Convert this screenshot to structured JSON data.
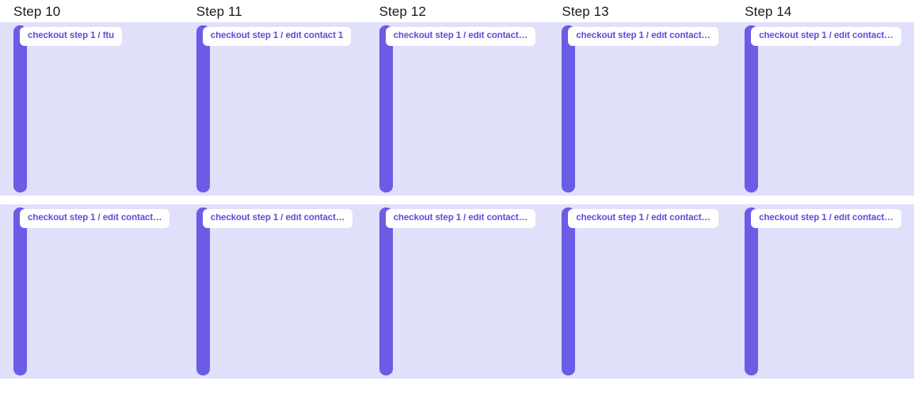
{
  "board": {
    "background_color": "#ffffff",
    "lane_color": "#e0e0fa",
    "bar_color": "#6b5ce6",
    "chip_bg_color": "#ffffff",
    "chip_text_color": "#5b4fd6",
    "header_text_color": "#1a1a1a"
  },
  "columns": [
    {
      "step_label": "Step 10"
    },
    {
      "step_label": "Step 11"
    },
    {
      "step_label": "Step 12"
    },
    {
      "step_label": "Step 13"
    },
    {
      "step_label": "Step 14"
    }
  ],
  "rows": [
    {
      "lanes": [
        {
          "chip_label": "checkout step 1 / ftu"
        },
        {
          "chip_label": "checkout step 1 / edit contact 1"
        },
        {
          "chip_label": "checkout step 1 / edit contact…"
        },
        {
          "chip_label": "checkout step 1 / edit contact…"
        },
        {
          "chip_label": "checkout step 1 / edit contact…"
        }
      ]
    },
    {
      "lanes": [
        {
          "chip_label": "checkout step 1 / edit contact…"
        },
        {
          "chip_label": "checkout step 1 / edit contact…"
        },
        {
          "chip_label": "checkout step 1 / edit contact…"
        },
        {
          "chip_label": "checkout step 1 / edit contact…"
        },
        {
          "chip_label": "checkout step 1 / edit contact…"
        }
      ]
    }
  ]
}
